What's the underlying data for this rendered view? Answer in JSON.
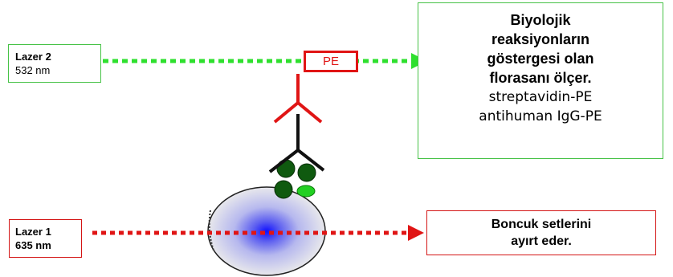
{
  "laser2": {
    "name": "Lazer 2",
    "wavelength": "532 nm",
    "color": "#46c246"
  },
  "laser1": {
    "name": "Lazer 1",
    "wavelength": "635 nm",
    "color": "#d41515"
  },
  "fluorescence_box": {
    "line1": "Biyolojik",
    "line2": "reaksiyonların",
    "line3": "göstergesi olan",
    "line4": "florasanı ölçer.",
    "line5": "streptavidin-PE",
    "line6": "antihuman IgG-PE"
  },
  "bead_box": {
    "line1": "Boncuk setlerini",
    "line2": "ayırt eder."
  },
  "pe_label": "PE"
}
